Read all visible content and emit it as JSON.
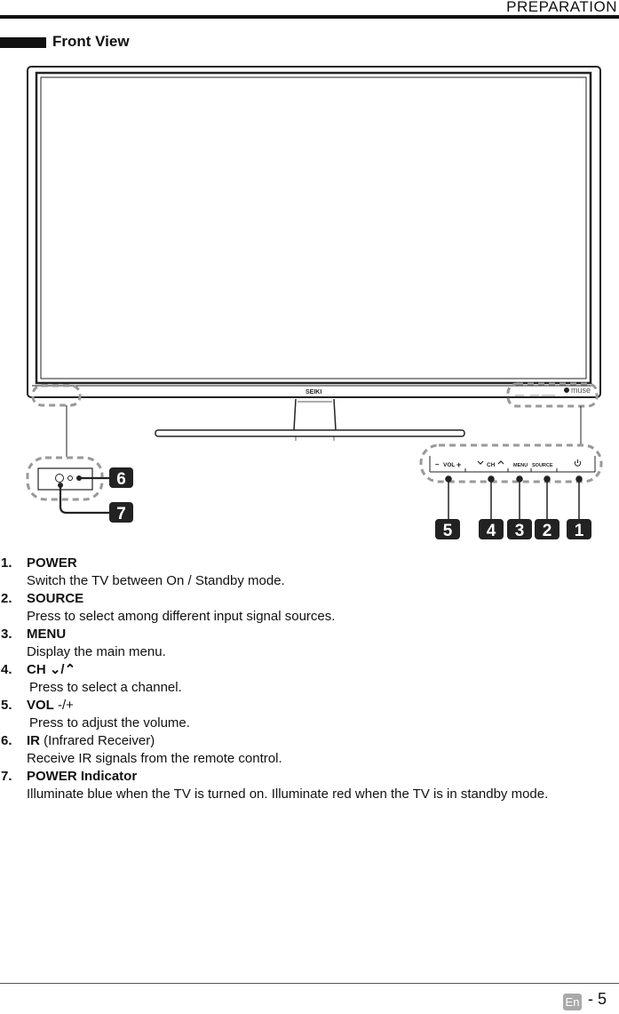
{
  "header": {
    "section": "PREPARATION"
  },
  "section_title": "Front View",
  "diagram": {
    "brand": "SEIKI",
    "logo": "muse",
    "panel_labels": {
      "vol": "VOL",
      "ch": "CH",
      "menu": "MENU",
      "source": "SOURCE"
    },
    "callouts": [
      "1",
      "2",
      "3",
      "4",
      "5",
      "6",
      "7"
    ]
  },
  "items": [
    {
      "num": "1.",
      "name": "POWER",
      "desc": "Switch the TV between On / Standby mode."
    },
    {
      "num": "2.",
      "name": "SOURCE",
      "desc": "Press to select among different input signal sources."
    },
    {
      "num": "3.",
      "name": "MENU",
      "desc": "Display the main menu."
    },
    {
      "num": "4.",
      "name": "CH ⌄/⌃",
      "desc": "Press to select a channel."
    },
    {
      "num": "5.",
      "name": "VOL",
      "suffix": " -/+",
      "desc": "Press to adjust the volume."
    },
    {
      "num": "6.",
      "name": "IR",
      "suffix": " (Infrared Receiver)",
      "desc": "Receive IR signals from the remote control."
    },
    {
      "num": "7.",
      "name": "POWER Indicator",
      "desc": "Illuminate blue when the TV is turned on. Illuminate red when the TV is in standby mode."
    }
  ],
  "footer": {
    "lang": "En",
    "page": "- 5"
  }
}
